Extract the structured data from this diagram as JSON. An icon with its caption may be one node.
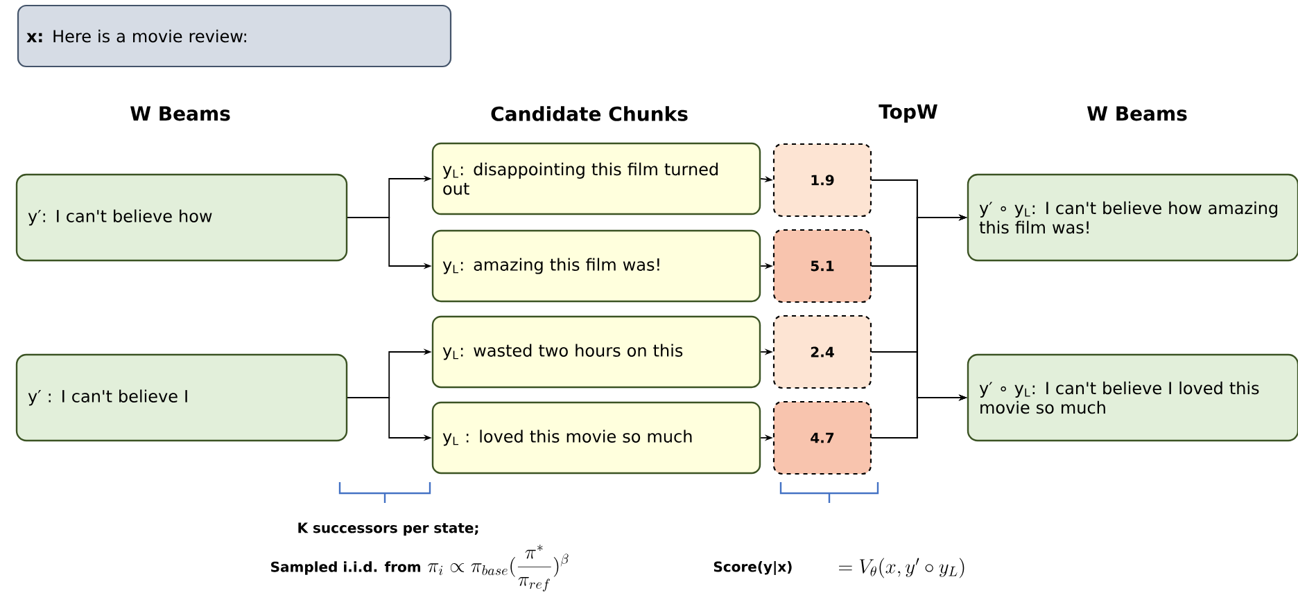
{
  "diagram": {
    "nodes": [
      {
        "text": [
          "**x:** Here is a movie review:"
        ]
      },
      {
        "text": [
          "y′: I can't believe how"
        ]
      },
      {
        "text": [
          "y′ : I can't believe I"
        ]
      },
      {
        "text": [
          "y$_{L}$: disappointing this film turned out"
        ]
      },
      {
        "text": [
          "y$_{L}$: amazing this film was!"
        ]
      },
      {
        "text": [
          "y$_{L}$: wasted two hours on this"
        ]
      },
      {
        "text": [
          "y$_{L}$ : loved this movie so much"
        ]
      },
      {
        "text": [
          "1.9"
        ]
      },
      {
        "text": [
          "5.1"
        ]
      },
      {
        "text": [
          "2.4"
        ]
      },
      {
        "text": [
          "4.7"
        ]
      },
      {
        "text": [
          "y′ ∘ y$_{L}$: I can't believe how amazing this film was!"
        ]
      },
      {
        "text": [
          "y′ ∘ y$_{L}$: I can't believe I loved this movie so much"
        ]
      }
    ],
    "edges": [
      {
        "from": 1,
        "to": 3,
        "arrow": "to"
      },
      {
        "from": 1,
        "to": 4,
        "arrow": "to"
      },
      {
        "from": 2,
        "to": 5,
        "arrow": "to"
      },
      {
        "from": 2,
        "to": 6,
        "arrow": "to"
      },
      {
        "from": 3,
        "to": 7,
        "arrow": "to"
      },
      {
        "from": 4,
        "to": 8,
        "arrow": "to"
      },
      {
        "from": 5,
        "to": 9,
        "arrow": "to"
      },
      {
        "from": 6,
        "to": 10,
        "arrow": "to"
      },
      {
        "from": 7,
        "to": 11,
        "arrow": "to"
      },
      {
        "from": 8,
        "to": 11,
        "arrow": "to"
      },
      {
        "from": 9,
        "to": 11,
        "arrow": "to"
      },
      {
        "from": 10,
        "to": 11,
        "arrow": "to"
      },
      {
        "from": 7,
        "to": 12,
        "arrow": "to"
      },
      {
        "from": 8,
        "to": 12,
        "arrow": "to"
      },
      {
        "from": 9,
        "to": 12,
        "arrow": "to"
      },
      {
        "from": 10,
        "to": 12,
        "arrow": "to"
      }
    ],
    "labels": [
      "W Beams",
      "Candidate Chunks",
      "TopW",
      "W Beams",
      "K successors per state;",
      "Sampled i.i.d. from",
      "\\pi_i \\propto \\pi_{base}(\\frac{\\pi^*}{\\pi_{ref}})^{\\beta}",
      "Score(y|x)",
      "= V_\\theta(x, y' \\circ y_L)"
    ]
  }
}
